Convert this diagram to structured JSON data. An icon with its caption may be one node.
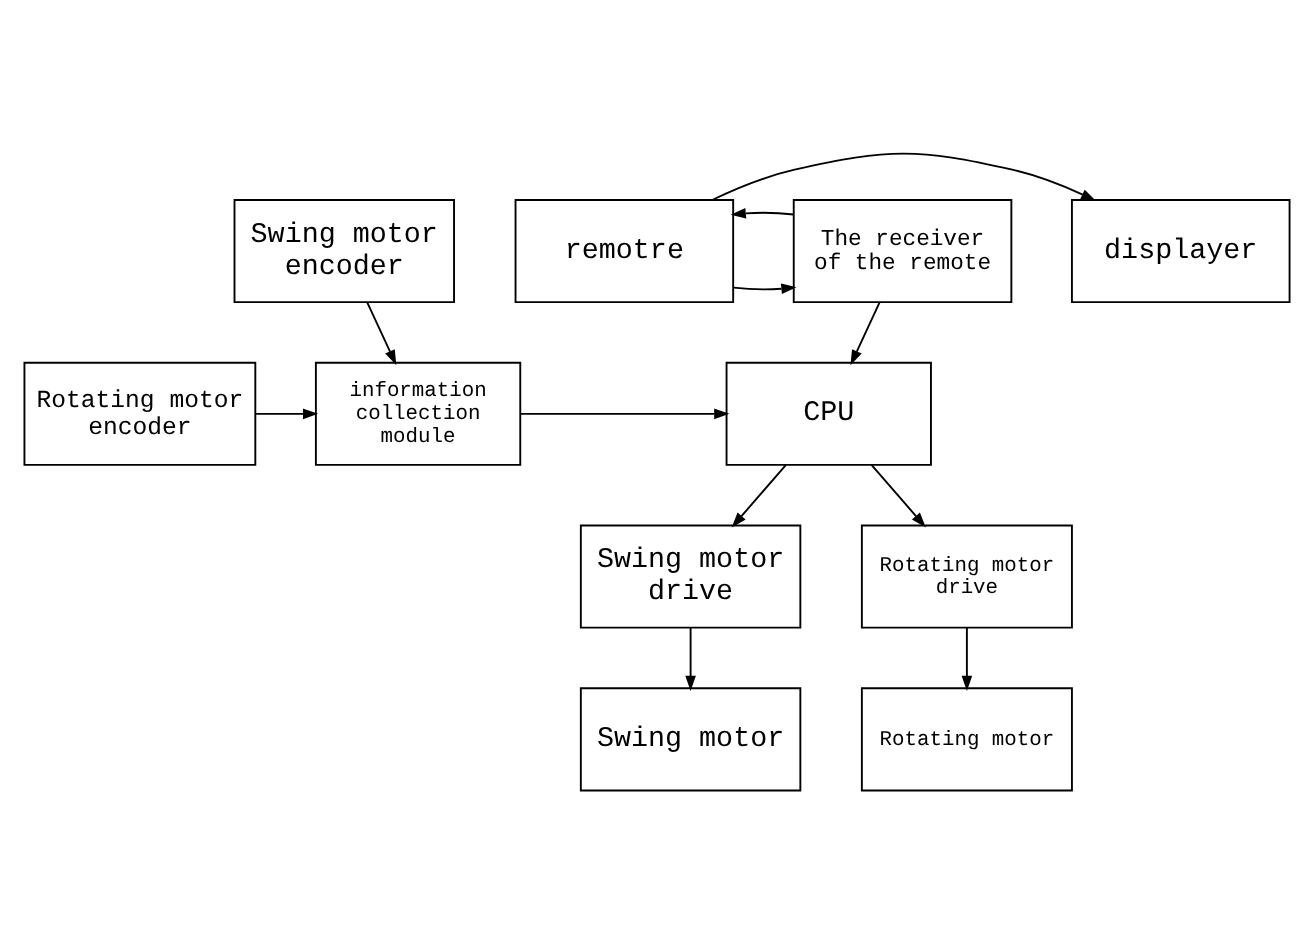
{
  "diagram": {
    "nodes": [
      {
        "text": [
          "displayer"
        ]
      },
      {
        "text": [
          "remotre"
        ]
      },
      {
        "text": [
          "The receiver of the remote"
        ]
      },
      {
        "text": [
          "Rotating motor encoder"
        ]
      },
      {
        "text": [
          "information collection module"
        ]
      },
      {
        "text": [
          "CPU"
        ]
      },
      {
        "text": [
          "Swing motor encoder"
        ]
      },
      {
        "text": [
          "Swing motor drive"
        ]
      },
      {
        "text": [
          "Rotating motor drive"
        ]
      },
      {
        "text": [
          "Swing motor"
        ]
      },
      {
        "text": [
          "Rotating motor"
        ]
      }
    ],
    "edges": [
      {
        "from": 1,
        "to": 0,
        "arrow": "to"
      },
      {
        "from": 1,
        "to": 2,
        "arrow": "to"
      },
      {
        "from": 2,
        "to": 1,
        "arrow": "to"
      },
      {
        "from": 2,
        "to": 5,
        "arrow": "to"
      },
      {
        "from": 3,
        "to": 4,
        "arrow": "to"
      },
      {
        "from": 6,
        "to": 4,
        "arrow": "to"
      },
      {
        "from": 4,
        "to": 5,
        "arrow": "to"
      },
      {
        "from": 5,
        "to": 7,
        "arrow": "to"
      },
      {
        "from": 5,
        "to": 8,
        "arrow": "to"
      },
      {
        "from": 7,
        "to": 9,
        "arrow": "to"
      },
      {
        "from": 8,
        "to": 10,
        "arrow": "to"
      }
    ]
  }
}
